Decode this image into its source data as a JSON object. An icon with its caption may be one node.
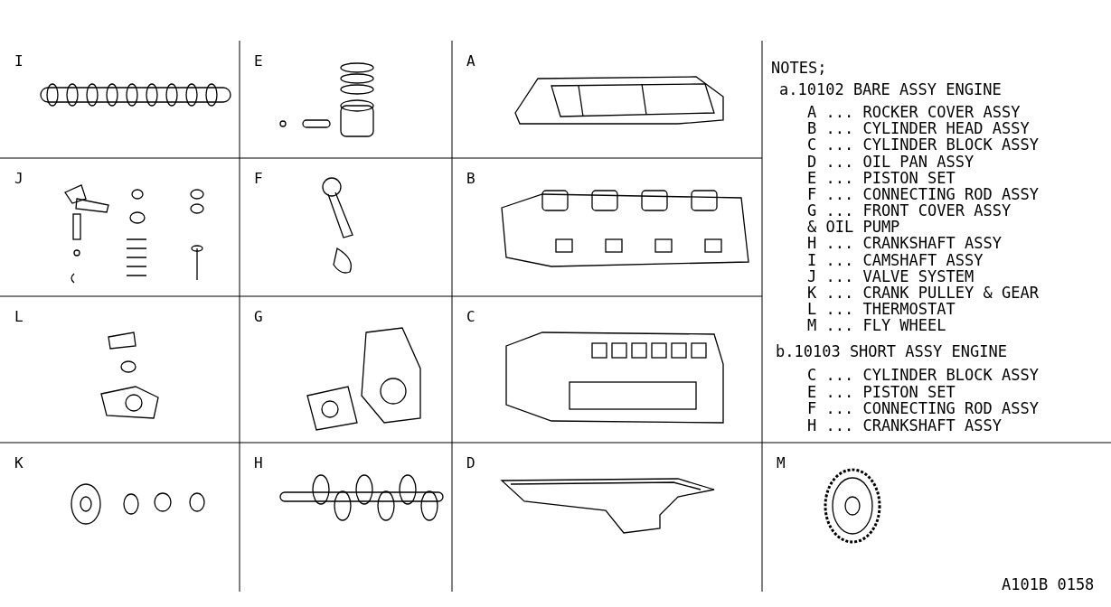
{
  "diagram": {
    "nodes": [
      {
        "text": [
          "I"
        ]
      },
      {
        "text": [
          "E"
        ]
      },
      {
        "text": [
          "A"
        ]
      },
      {
        "text": [
          "J"
        ]
      },
      {
        "text": [
          "F"
        ]
      },
      {
        "text": [
          "B"
        ]
      },
      {
        "text": [
          "L"
        ]
      },
      {
        "text": [
          "G"
        ]
      },
      {
        "text": [
          "C"
        ]
      },
      {
        "text": [
          "K"
        ]
      },
      {
        "text": [
          "H"
        ]
      },
      {
        "text": [
          "D"
        ]
      },
      {
        "text": [
          "M"
        ]
      }
    ],
    "labels": [
      "NOTES;",
      "a.10102 BARE ASSY ENGINE",
      "A ... ROCKER COVER ASSY",
      "B ... CYLINDER HEAD ASSY",
      "C ... CYLINDER BLOCK ASSY",
      "D ... OIL PAN ASSY",
      "E ... PISTON SET",
      "F ... CONNECTING ROD ASSY",
      "G ... FRONT COVER ASSY & OIL PUMP",
      "H ... CRANKSHAFT ASSY",
      "I ... CAMSHAFT ASSY",
      "J ... VALVE SYSTEM",
      "K ... CRANK PULLEY & GEAR",
      "L ... THERMOSTAT",
      "M ... FLY WHEEL",
      "b.10103 SHORT ASSY ENGINE",
      "C ... CYLINDER BLOCK ASSY",
      "E ... PISTON SET",
      "F ... CONNECTING ROD ASSY",
      "H ... CRANKSHAFT ASSY",
      "A101B 0158"
    ]
  }
}
